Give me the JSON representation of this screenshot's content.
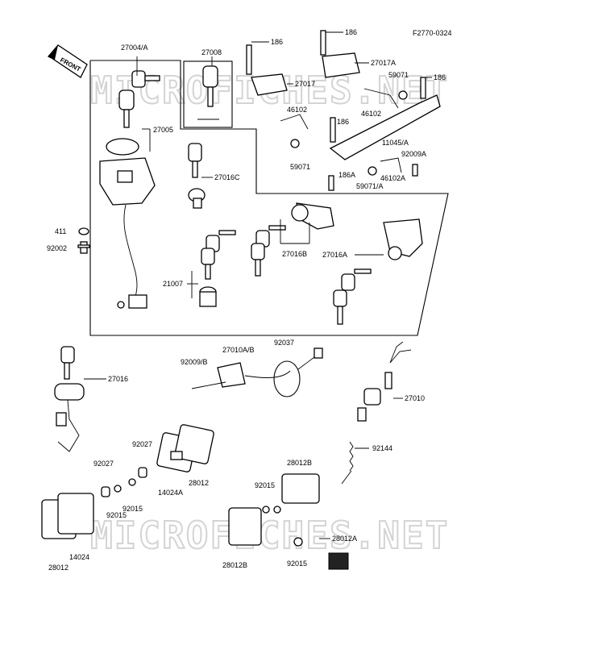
{
  "diagram_code": "F2770-0324",
  "front_label": "FRONT",
  "watermark": "MICROFICHES.NET",
  "labels": {
    "l27004A": "27004/A",
    "l27008": "27008",
    "l186a": "186",
    "l186b": "186",
    "l27017A": "27017A",
    "l27017": "27017",
    "l59071a": "59071",
    "l186c": "186",
    "l46102a": "46102",
    "l46102b": "46102",
    "l186d": "186",
    "l11045A": "11045/A",
    "l59071b": "59071",
    "l92009A": "92009A",
    "l27005": "27005",
    "l27016C": "27016C",
    "l186A": "186A",
    "l46102A": "46102A",
    "l59071A": "59071/A",
    "l411": "411",
    "l92002": "92002",
    "l27016B": "27016B",
    "l27016A": "27016A",
    "l21007": "21007",
    "l27016": "27016",
    "l92037": "92037",
    "l27010AB": "27010A/B",
    "l92009B": "92009/B",
    "l27010": "27010",
    "l92027a": "92027",
    "l92027b": "92027",
    "l28012a": "28012",
    "l14024A": "14024A",
    "l92015a": "92015",
    "l92015b": "92015",
    "l14024": "14024",
    "l28012b": "28012",
    "l92144": "92144",
    "l28012B": "28012B",
    "l92015c": "92015",
    "l28012Bb": "28012B",
    "l92015d": "92015",
    "l28012A": "28012A"
  }
}
